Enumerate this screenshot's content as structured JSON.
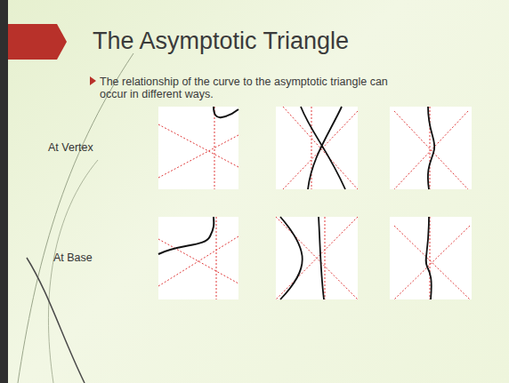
{
  "diagram": {
    "title": "The Asymptotic Triangle",
    "labels": [
      "The relationship of the curve to the asymptotic triangle can occur in different ways.",
      "At Vertex",
      "At Base"
    ]
  }
}
